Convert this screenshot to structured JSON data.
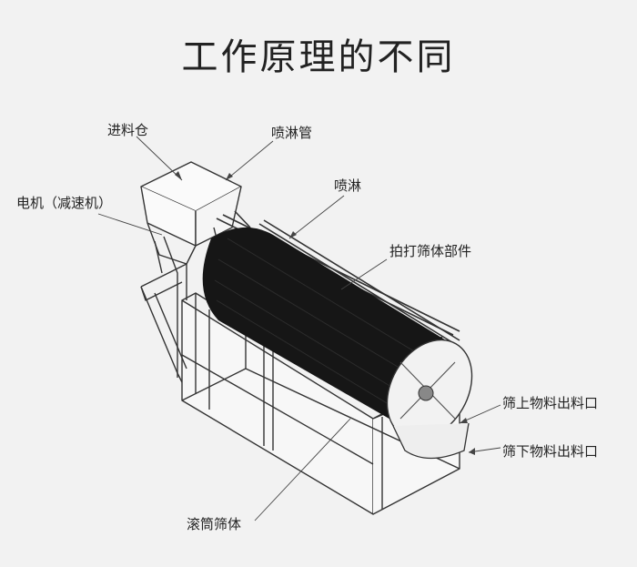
{
  "title": "工作原理的不同",
  "labels": {
    "hopper": "进料仓",
    "spray_pipe": "喷淋管",
    "motor": "电机（减速机）",
    "spray": "喷淋",
    "rapping": "拍打筛体部件",
    "oversize_outlet": "筛上物料出料口",
    "undersize_outlet": "筛下物料出料口",
    "drum": "滚筒筛体"
  }
}
